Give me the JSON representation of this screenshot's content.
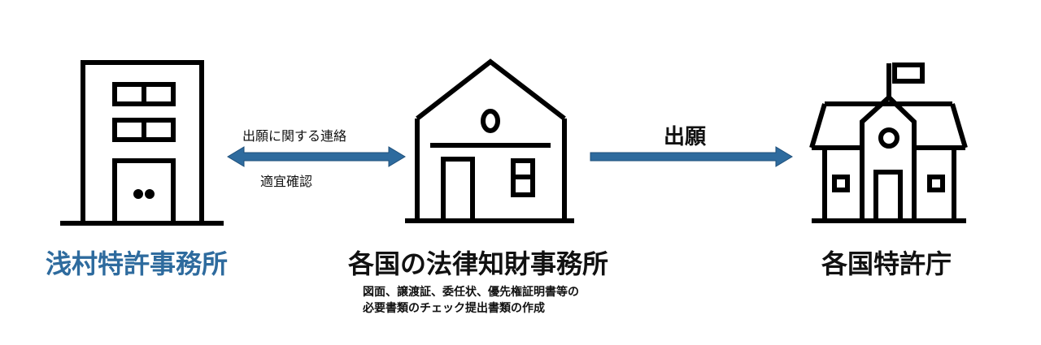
{
  "nodes": {
    "asamura": {
      "label": "浅村特許事務所",
      "color": "#2e6b9e",
      "icon": "office-building-icon"
    },
    "foreign_office": {
      "label": "各国の法律知財事務所",
      "color": "#111111",
      "icon": "house-icon"
    },
    "patent_office": {
      "label": "各国特許庁",
      "color": "#111111",
      "icon": "government-building-icon"
    }
  },
  "edges": {
    "communication": {
      "top_label": "出願に関する連絡",
      "bottom_label": "適宜確認",
      "direction": "bidirectional"
    },
    "filing": {
      "label": "出願",
      "direction": "right"
    }
  },
  "note": {
    "line1": "図面、譲渡証、委任状、優先権証明書等の",
    "line2": "必要書類のチェック提出書類の作成"
  },
  "colors": {
    "arrow": "#2e6b9e",
    "icon_stroke": "#000000",
    "accent": "#2e6b9e"
  }
}
